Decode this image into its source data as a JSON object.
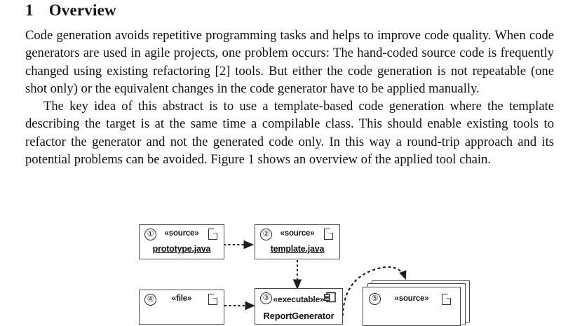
{
  "document": {
    "section_number": "1",
    "section_title": "Overview",
    "paragraphs": [
      "Code generation avoids repetitive programming tasks and helps to improve code quality. When code generators are used in agile projects, one problem occurs: The hand-coded source code is frequently changed using existing refactoring [2] tools. But either the code generation is not repeatable (one shot only) or the equivalent changes in the code generator have to be applied manually.",
      "The key idea of this abstract is to use a template-based code generation where the template describing the target is at the same time a compilable class. This should enable existing tools to refactor the generator and not the generated code only. In this way a round-trip approach and its potential problems can be avoided. Figure 1 shows an overview of the applied tool chain."
    ]
  },
  "figure": {
    "nodes": [
      {
        "id": "1",
        "number": "①",
        "stereotype": "«source»",
        "name": "prototype.java",
        "icon": "document-icon"
      },
      {
        "id": "2",
        "number": "②",
        "stereotype": "«source»",
        "name": "template.java",
        "icon": "document-icon"
      },
      {
        "id": "3",
        "number": "③",
        "stereotype": "«executable»",
        "name": "ReportGenerator",
        "icon": "component-icon"
      },
      {
        "id": "4",
        "number": "④",
        "stereotype": "«file»",
        "name": "",
        "icon": "document-icon"
      },
      {
        "id": "5",
        "number": "⑤",
        "stereotype": "«source»",
        "name": "",
        "icon": "document-icon"
      }
    ],
    "connectors": [
      {
        "name": "prototype-to-template",
        "style": "dotted-arrow",
        "direction": "right"
      },
      {
        "name": "template-to-executable",
        "style": "dotted-arrow",
        "direction": "down"
      },
      {
        "name": "file-to-executable",
        "style": "dotted-arrow",
        "direction": "right"
      },
      {
        "name": "executable-to-sources",
        "style": "dashed-curved-arrow",
        "direction": "up-right"
      }
    ]
  },
  "colors": {
    "page_background": "#ffffff",
    "text": "#111111",
    "box_stroke": "#4a4a4a",
    "connector": "#222222"
  }
}
